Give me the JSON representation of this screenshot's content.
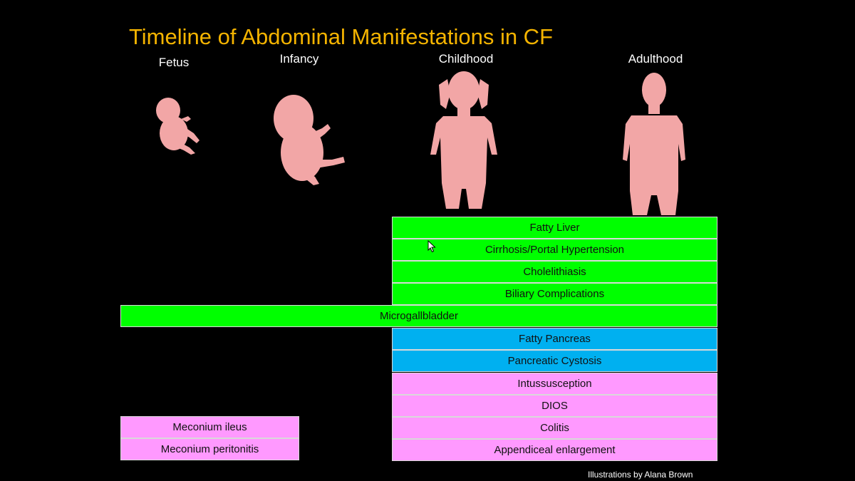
{
  "title": "Timeline of Abdominal Manifestations in CF",
  "stages": {
    "fetus": "Fetus",
    "infancy": "Infancy",
    "childhood": "Childhood",
    "adulthood": "Adulthood"
  },
  "colors": {
    "title": "#f5b400",
    "liver_biliary": "#00ff00",
    "pancreas": "#00b0f0",
    "bowel": "#ff99ff",
    "silhouette": "#f2a6a6"
  },
  "bars": {
    "fatty_liver": "Fatty Liver",
    "cirrhosis": "Cirrhosis/Portal Hypertension",
    "cholelithiasis": "Cholelithiasis",
    "biliary_complications": "Biliary Complications",
    "microgallbladder": "Microgallbladder",
    "fatty_pancreas": "Fatty Pancreas",
    "pancreatic_cystosis": "Pancreatic Cystosis",
    "intussusception": "Intussusception",
    "dios": "DIOS",
    "meconium_ileus": "Meconium ileus",
    "colitis": "Colitis",
    "meconium_peritonitis": "Meconium peritonitis",
    "appendiceal_enlargement": "Appendiceal enlargement"
  },
  "credit": "Illustrations by Alana Brown",
  "icons": [
    "fetus-silhouette",
    "infant-silhouette",
    "child-silhouette",
    "adult-silhouette",
    "mouse-cursor-icon"
  ]
}
